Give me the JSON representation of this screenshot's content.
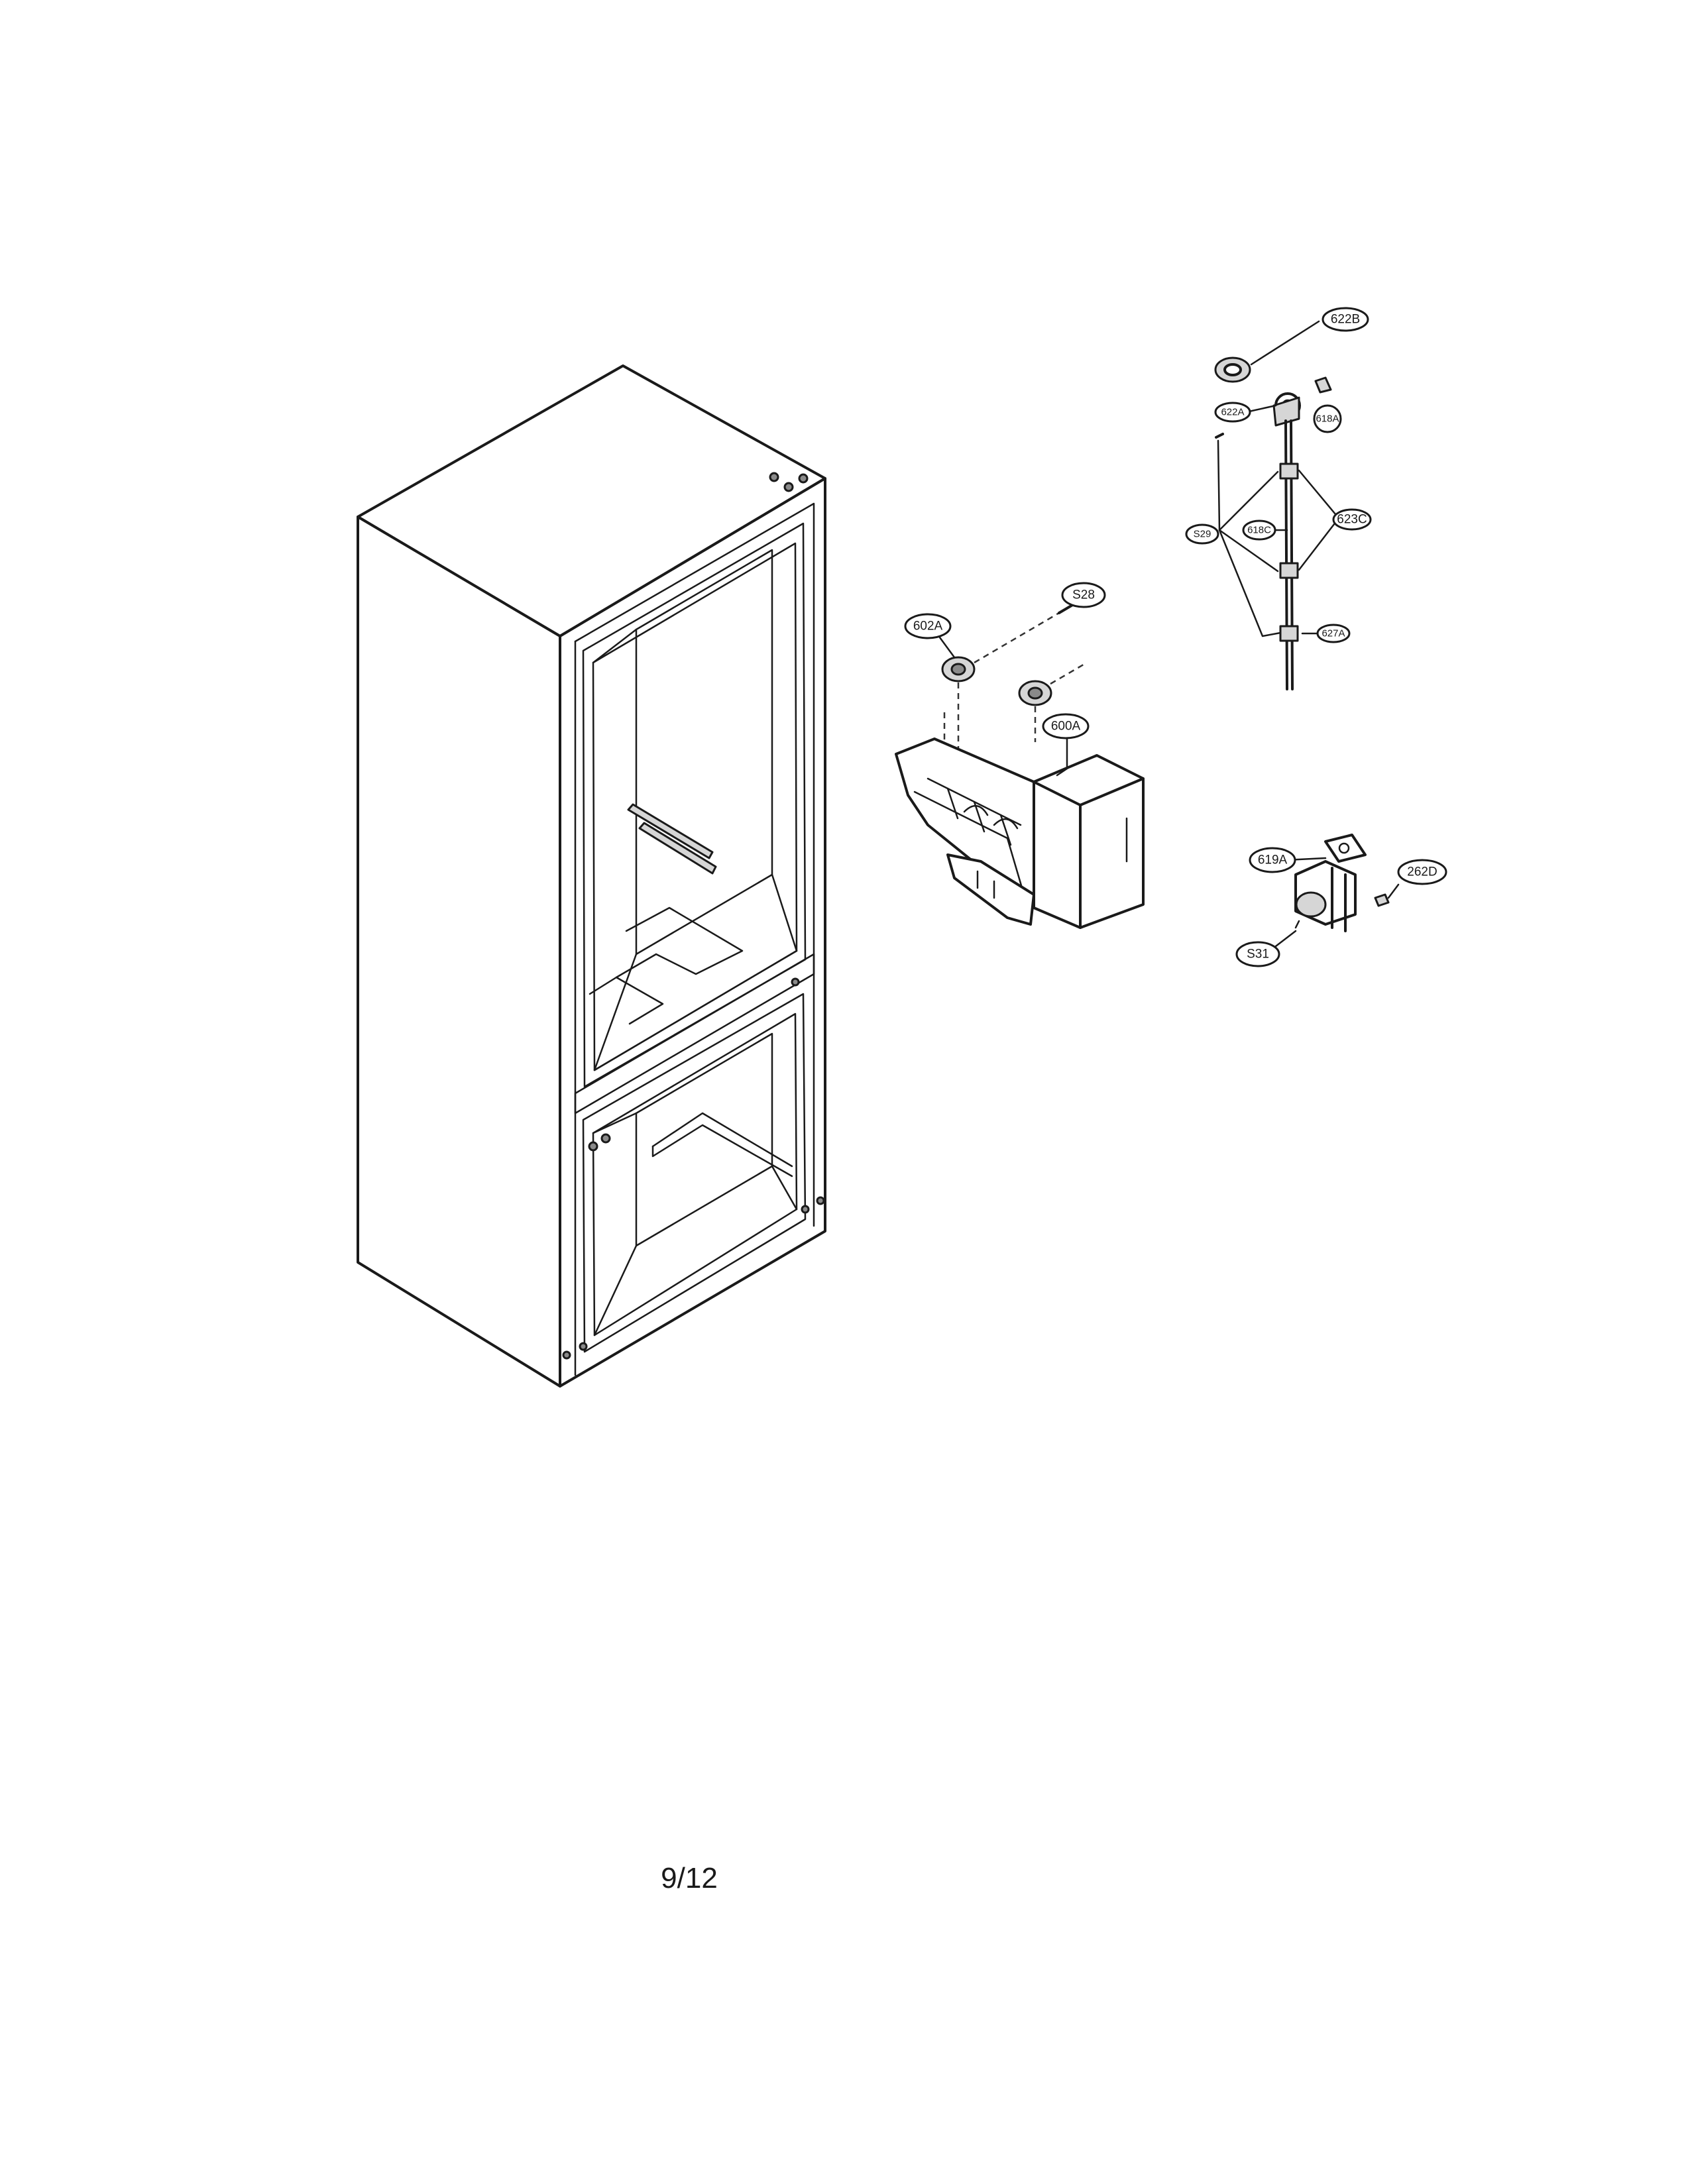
{
  "callouts": {
    "c622B": "622B",
    "c622A": "622A",
    "c618A": "618A",
    "c623C": "623C",
    "c618C": "618C",
    "cS29": "S29",
    "c627A": "627A",
    "cS28": "S28",
    "c602A": "602A",
    "c600A": "600A",
    "c619A": "619A",
    "c262D": "262D",
    "cS31": "S31"
  },
  "footer": {
    "page_number": "9/12"
  }
}
